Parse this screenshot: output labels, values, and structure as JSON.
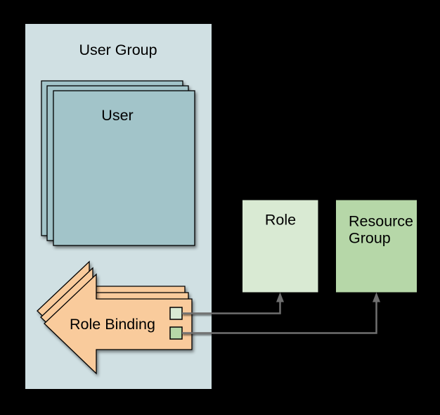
{
  "canvas": {
    "background": "#000000"
  },
  "user_group": {
    "label": "User Group",
    "fill": "#d0e0e3"
  },
  "user_stack": {
    "label": "User",
    "fill": "#a2c4c9",
    "stack_count": 3
  },
  "role_binding": {
    "label": "Role Binding",
    "fill": "#f9cb9c",
    "stack_count": 3,
    "slots": [
      {
        "name": "role-slot",
        "fill": "#d9ead3"
      },
      {
        "name": "resource-group-slot",
        "fill": "#b6d7a8"
      }
    ]
  },
  "role": {
    "label": "Role",
    "fill": "#d9ead3"
  },
  "resource_group": {
    "label": "Resource Group",
    "lines": [
      "Resource",
      "Group"
    ],
    "fill": "#b6d7a8"
  },
  "connectors": {
    "color": "#6f6f6f",
    "items": [
      {
        "from": "role-binding",
        "to": "role"
      },
      {
        "from": "role-binding",
        "to": "resource-group"
      }
    ]
  }
}
